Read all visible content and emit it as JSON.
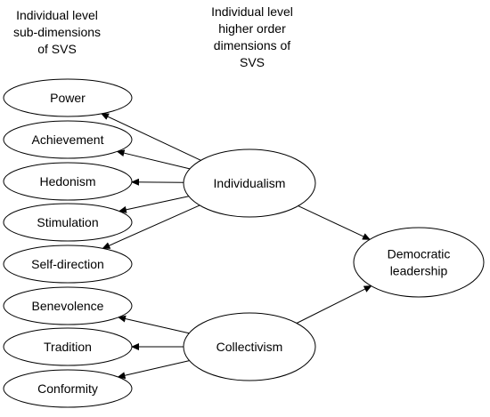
{
  "headers": {
    "sub_dimensions": [
      "Individual level",
      "sub-dimensions",
      "of SVS"
    ],
    "higher_order": [
      "Individual level",
      "higher order",
      "dimensions of",
      "SVS"
    ]
  },
  "nodes": {
    "power": {
      "label": [
        "Power"
      ]
    },
    "achievement": {
      "label": [
        "Achievement"
      ]
    },
    "hedonism": {
      "label": [
        "Hedonism"
      ]
    },
    "stimulation": {
      "label": [
        "Stimulation"
      ]
    },
    "self_direction": {
      "label": [
        "Self-direction"
      ]
    },
    "benevolence": {
      "label": [
        "Benevolence"
      ]
    },
    "tradition": {
      "label": [
        "Tradition"
      ]
    },
    "conformity": {
      "label": [
        "Conformity"
      ]
    },
    "individualism": {
      "label": [
        "Individualism"
      ]
    },
    "collectivism": {
      "label": [
        "Collectivism"
      ]
    },
    "democratic_leadership": {
      "label": [
        "Democratic",
        "leadership"
      ]
    }
  },
  "edges": [
    {
      "from": "individualism",
      "to": "power"
    },
    {
      "from": "individualism",
      "to": "achievement"
    },
    {
      "from": "individualism",
      "to": "hedonism"
    },
    {
      "from": "individualism",
      "to": "stimulation"
    },
    {
      "from": "individualism",
      "to": "self_direction"
    },
    {
      "from": "collectivism",
      "to": "benevolence"
    },
    {
      "from": "collectivism",
      "to": "tradition"
    },
    {
      "from": "collectivism",
      "to": "conformity"
    },
    {
      "from": "individualism",
      "to": "democratic_leadership"
    },
    {
      "from": "collectivism",
      "to": "democratic_leadership"
    }
  ]
}
